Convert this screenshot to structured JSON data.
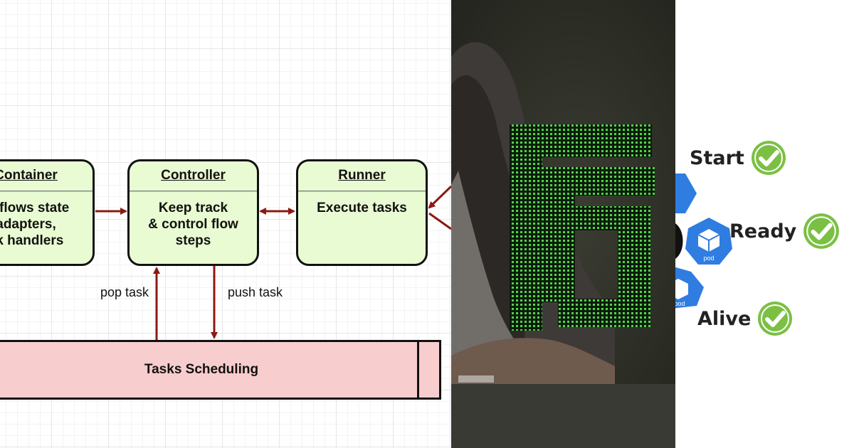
{
  "diagram": {
    "nodes": {
      "container": {
        "title": "Container",
        "body": "re flows state\nadapters,\nsk handlers"
      },
      "controller": {
        "title": "Controller",
        "body": "Keep track\n& control flow\nsteps"
      },
      "runner": {
        "title": "Runner",
        "body": "Execute tasks"
      }
    },
    "scheduler": {
      "label": "Tasks Scheduling"
    },
    "edges": {
      "pop_label": "pop task",
      "push_label": "push task"
    },
    "colors": {
      "node_fill": "#e9fbd2",
      "scheduler_fill": "#f8cdcd",
      "arrow": "#8b1a12"
    }
  },
  "probes": {
    "items": [
      {
        "label": "Start",
        "status": "check-icon"
      },
      {
        "label": "Ready",
        "status": "check-icon"
      },
      {
        "label": "Alive",
        "status": "check-icon"
      }
    ],
    "pod_label": "pod",
    "colors": {
      "check": "#7bc043",
      "pod": "#2f7de1"
    }
  }
}
